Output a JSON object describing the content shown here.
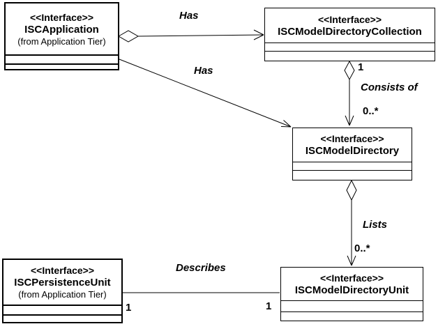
{
  "diagram": {
    "type": "uml-class-diagram",
    "background_color": "#ffffff",
    "line_color": "#000000",
    "text_color": "#000000",
    "classes": [
      {
        "stereotype": "<<Interface>>",
        "name": "ISCApplication",
        "origin": "(from Application Tier)"
      },
      {
        "stereotype": "<<Interface>>",
        "name": "ISCModelDirectoryCollection"
      },
      {
        "stereotype": "<<Interface>>",
        "name": "ISCModelDirectory"
      },
      {
        "stereotype": "<<Interface>>",
        "name": "ISCModelDirectoryUnit"
      },
      {
        "stereotype": "<<Interface>>",
        "name": "ISCPersistenceUnit",
        "origin": "(from Application Tier)"
      }
    ],
    "associations": [
      {
        "label": "Has",
        "type": "aggregation-with-arrow",
        "from": "ISCApplication",
        "to": "ISCModelDirectoryCollection"
      },
      {
        "label": "Has",
        "type": "arrow",
        "from": "ISCApplication",
        "to": "ISCModelDirectory"
      },
      {
        "label": "Consists of",
        "type": "aggregation-with-arrow",
        "from": "ISCModelDirectoryCollection",
        "to": "ISCModelDirectory",
        "from_multiplicity": "1",
        "to_multiplicity": "0..*"
      },
      {
        "label": "Lists",
        "type": "aggregation-with-arrow",
        "from": "ISCModelDirectory",
        "to": "ISCModelDirectoryUnit",
        "to_multiplicity": "0..*"
      },
      {
        "label": "Describes",
        "type": "plain",
        "from": "ISCPersistenceUnit",
        "to": "ISCModelDirectoryUnit",
        "from_multiplicity": "1",
        "to_multiplicity": "1"
      }
    ]
  }
}
